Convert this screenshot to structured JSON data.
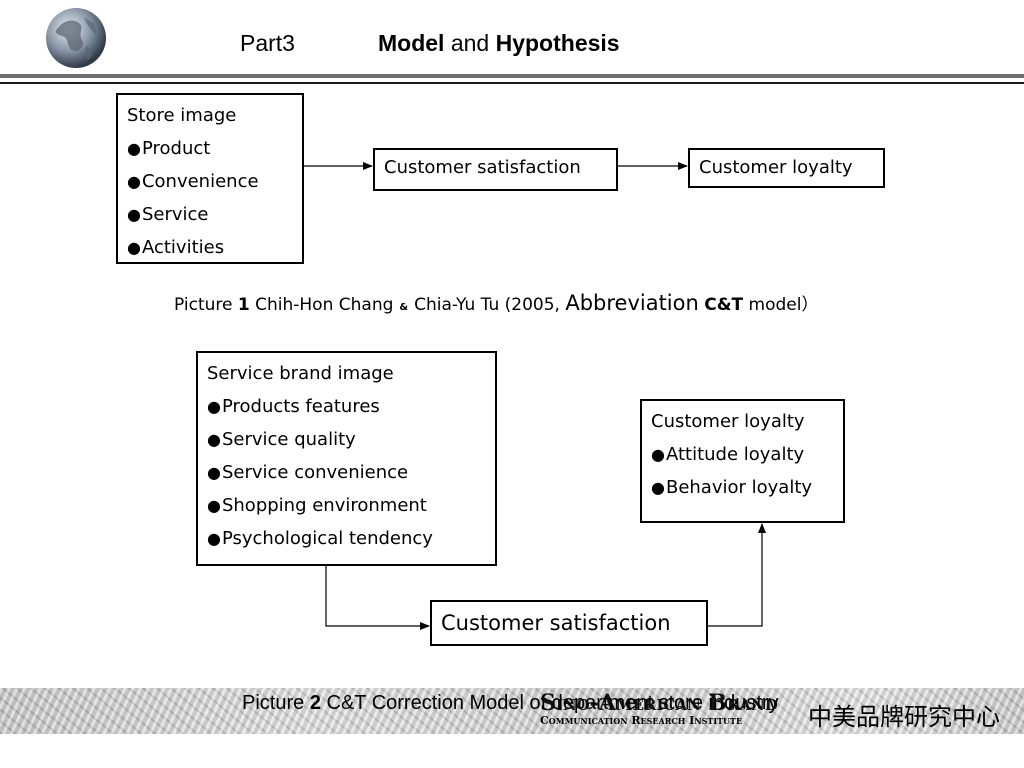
{
  "header": {
    "part": "Part3",
    "title_word1": "Model",
    "title_and": " and ",
    "title_word2": "Hypothesis"
  },
  "diagram1": {
    "store_box": {
      "title": "Store image",
      "items": [
        "Product",
        "Convenience",
        "Service",
        "Activities"
      ]
    },
    "satisfaction_box": {
      "label": "Customer satisfaction"
    },
    "loyalty_box": {
      "label": "Customer loyalty"
    },
    "caption": {
      "prefix": "Picture ",
      "number": "1",
      "author1": " Chih-Hon Chang",
      "amp": "&",
      "author2": "Chia-Yu Tu (2005, ",
      "abbr": "Abbreviation",
      "model": "C&T",
      "suffix": " model）"
    }
  },
  "diagram2": {
    "brand_box": {
      "title": "Service brand image",
      "items": [
        "Products features",
        "Service quality",
        "Service convenience",
        "Shopping environment",
        "Psychological tendency"
      ]
    },
    "loyalty_box": {
      "title": "Customer loyalty",
      "items": [
        "Attitude  loyalty",
        "Behavior loyalty"
      ]
    },
    "satisfaction_box": {
      "label": "Customer satisfaction"
    },
    "caption": {
      "prefix": "Picture ",
      "number": "2",
      "text": " C&T Correction Model of department store industry"
    }
  },
  "footer": {
    "org_line1": "Sino-American Brand",
    "org_line2": "Communication Research Institute",
    "org_chinese": "中美品牌研究中心"
  }
}
